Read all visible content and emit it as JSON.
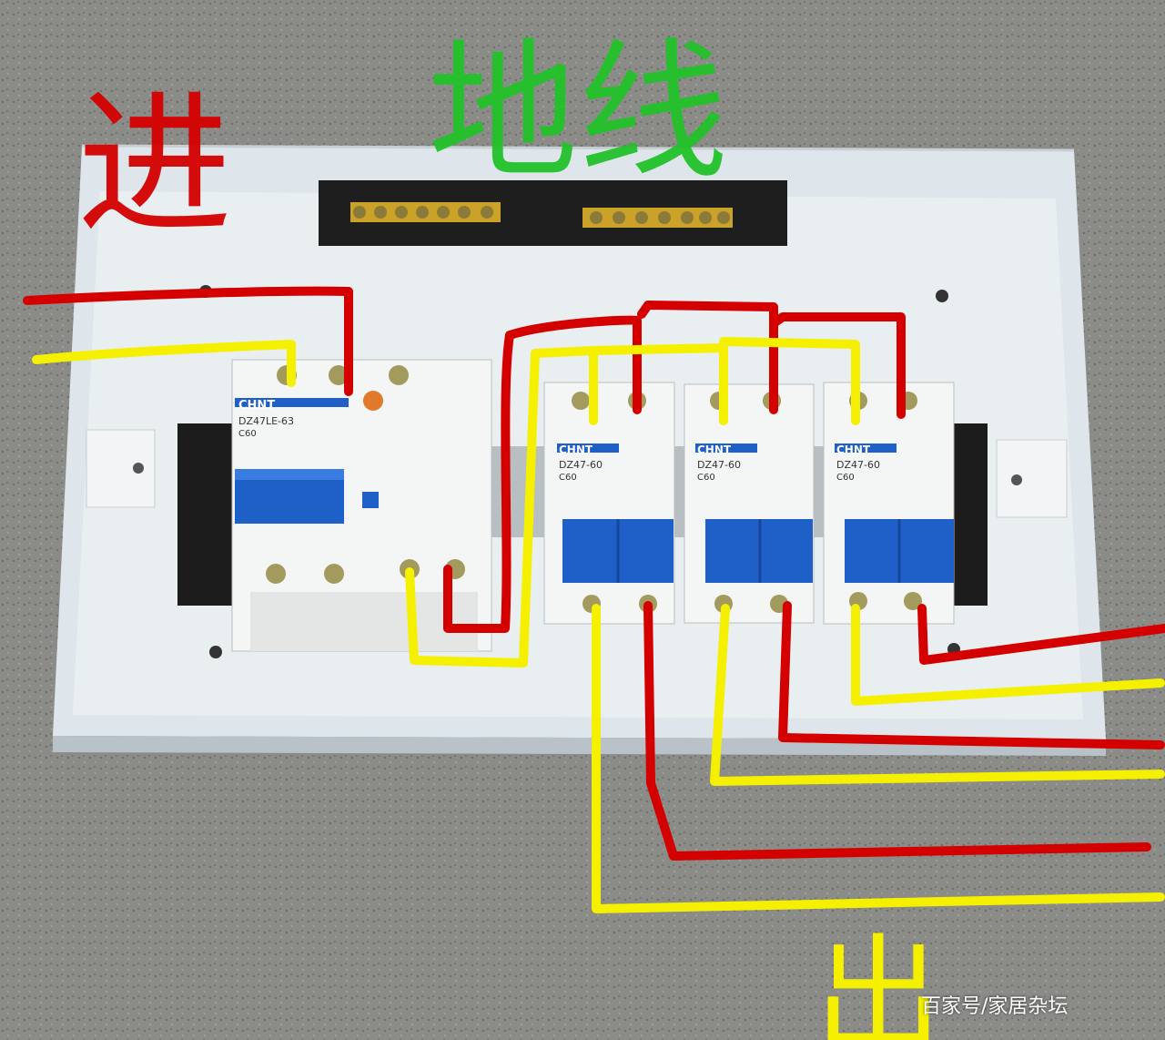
{
  "annotations": {
    "top_left_handwritten": "进",
    "top_handwritten": "地线",
    "bottom_handwritten": "出"
  },
  "breakers": {
    "main": {
      "brand": "CHNT",
      "model": "DZ47LE-63",
      "rating": "C60"
    },
    "branch": [
      {
        "brand": "CHNT",
        "model": "DZ47-60",
        "rating": "C60"
      },
      {
        "brand": "CHNT",
        "model": "DZ47-60",
        "rating": "C60"
      },
      {
        "brand": "CHNT",
        "model": "DZ47-60",
        "rating": "C60"
      }
    ]
  },
  "watermark": "百家号/家居杂坛",
  "colors": {
    "live_wire": "#d40000",
    "neutral_wire": "#f5f000",
    "ground_label": "#22c22a",
    "breaker_handle": "#1f5fc8",
    "enclosure": "#e8eef2"
  }
}
